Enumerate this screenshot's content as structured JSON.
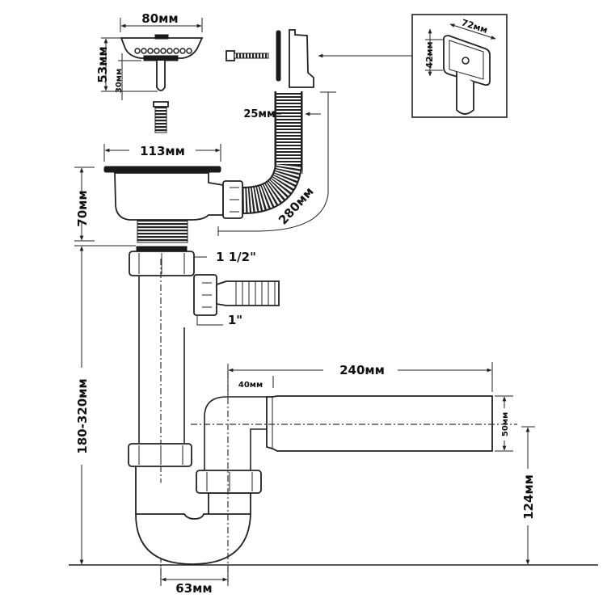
{
  "diagram": {
    "title": "Sink siphon with overflow – dimensions",
    "dimensions": {
      "strainer_width": "80мм",
      "strainer_height": "53мм",
      "strainer_stem": "30мм",
      "overflow_hose_diameter": "25мм",
      "overflow_hose_length": "280мм",
      "overflow_width": "72мм",
      "overflow_height": "42мм",
      "basket_width": "113мм",
      "basket_height": "70мм",
      "outlet_thread": "1 1/2\"",
      "side_inlet_thread": "1\"",
      "total_height": "180-320мм",
      "outlet_pipe_length": "240мм",
      "outlet_offset": "40мм",
      "outlet_diameter": "50мм",
      "outlet_height": "124мм",
      "trap_spacing": "63мм"
    },
    "colors": {
      "line": "#222222",
      "background": "#ffffff"
    }
  }
}
